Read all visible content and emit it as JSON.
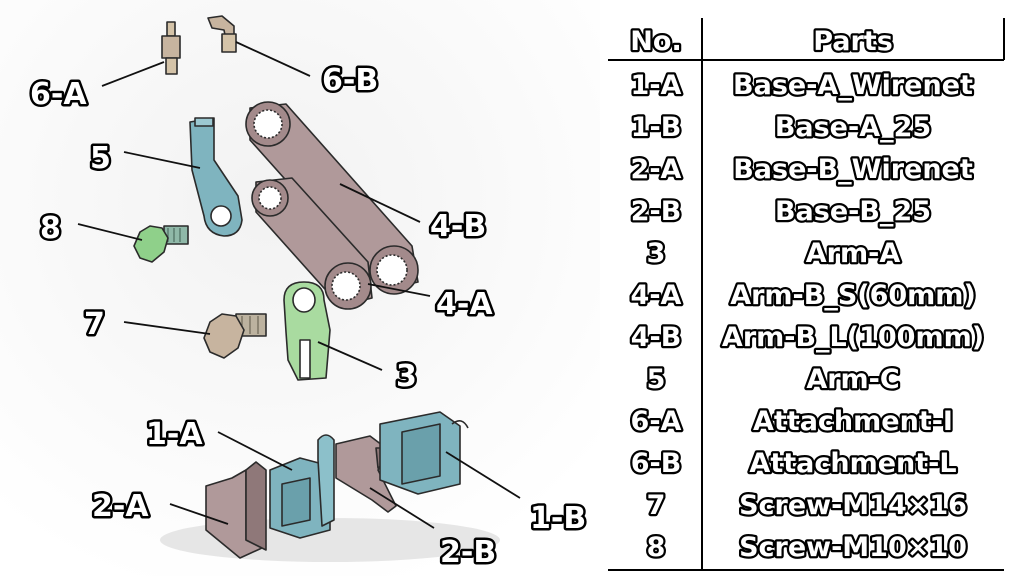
{
  "table": {
    "headers": {
      "no": "No.",
      "parts": "Parts"
    },
    "rows": [
      {
        "no": "1-A",
        "part": "Base-A_Wirenet"
      },
      {
        "no": "1-B",
        "part": "Base-A_25"
      },
      {
        "no": "2-A",
        "part": "Base-B_Wirenet"
      },
      {
        "no": "2-B",
        "part": "Base-B_25"
      },
      {
        "no": "3",
        "part": "Arm-A"
      },
      {
        "no": "4-A",
        "part": "Arm-B_S(60mm)"
      },
      {
        "no": "4-B",
        "part": "Arm-B_L(100mm)"
      },
      {
        "no": "5",
        "part": "Arm-C"
      },
      {
        "no": "6-A",
        "part": "Attachment-I"
      },
      {
        "no": "6-B",
        "part": "Attachment-L"
      },
      {
        "no": "7",
        "part": "Screw-M14×16"
      },
      {
        "no": "8",
        "part": "Screw-M10×10"
      }
    ]
  },
  "callouts": {
    "c6a": "6-A",
    "c6b": "6-B",
    "c5": "5",
    "c8": "8",
    "c4b": "4-B",
    "c4a": "4-A",
    "c7": "7",
    "c3": "3",
    "c1a": "1-A",
    "c2a": "2-A",
    "c2b": "2-B",
    "c1b": "1-B"
  },
  "colors": {
    "teal_part": "#7fb4bf",
    "mauve_part": "#b0999a",
    "green_part": "#a9dba0",
    "tan_part": "#c7b49f"
  }
}
